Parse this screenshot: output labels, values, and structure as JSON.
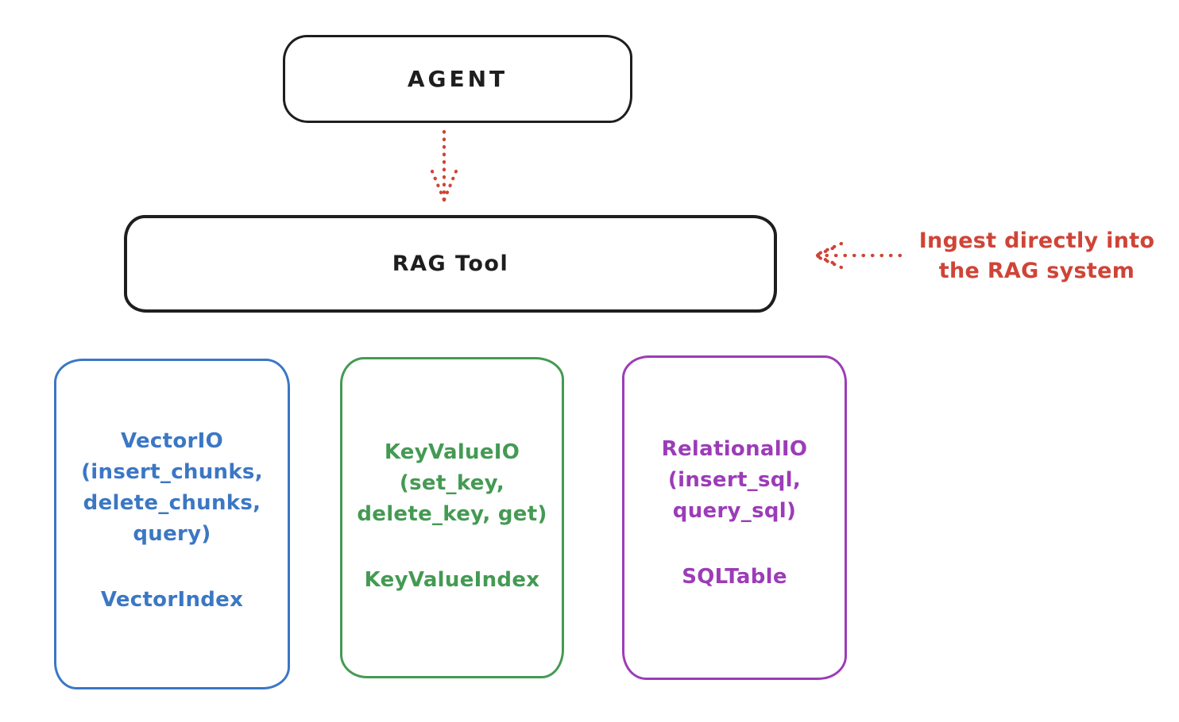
{
  "diagram": {
    "colors": {
      "ink": "#1e1e1e",
      "red": "#cf4437",
      "blue": "#3b77c4",
      "green": "#449a53",
      "purple": "#9c3cb8",
      "background": "#ffffff"
    },
    "agent": {
      "label": "AGENT"
    },
    "rag_tool": {
      "label": "RAG Tool"
    },
    "annotation": {
      "line1": "Ingest directly into",
      "line2": "the RAG system"
    },
    "arrows": [
      {
        "name": "agent-to-rag-tool",
        "style": "dotted",
        "direction": "down"
      },
      {
        "name": "annotation-to-rag-tool",
        "style": "dotted",
        "direction": "left"
      }
    ],
    "cards": [
      {
        "name": "vector-io",
        "lines": [
          "VectorIO",
          "(insert_chunks,",
          "delete_chunks,",
          "query)"
        ],
        "index_label": "VectorIndex"
      },
      {
        "name": "keyvalue-io",
        "lines": [
          "KeyValueIO",
          "(set_key,",
          "delete_key, get)"
        ],
        "index_label": "KeyValueIndex"
      },
      {
        "name": "relational-io",
        "lines": [
          "RelationalIO",
          "(insert_sql,",
          "query_sql)"
        ],
        "index_label": "SQLTable"
      }
    ]
  }
}
